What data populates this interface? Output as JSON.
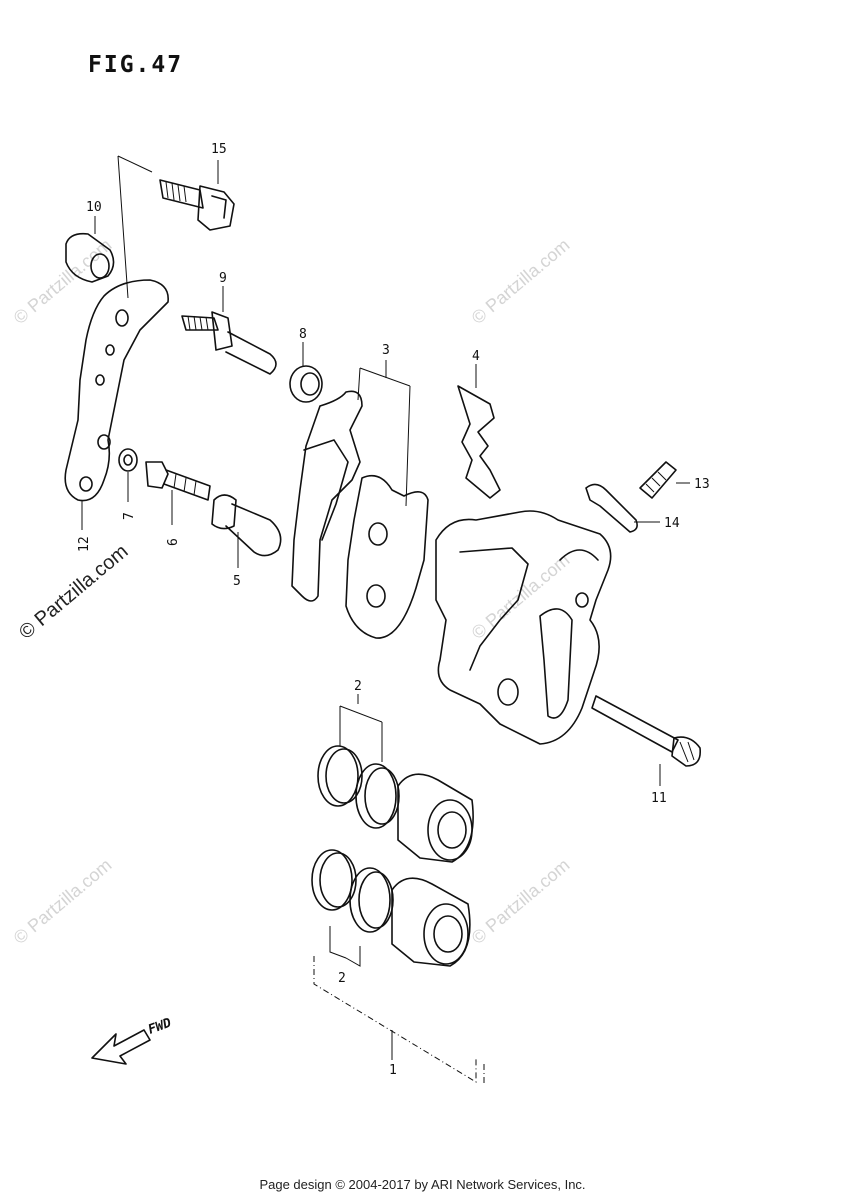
{
  "figure": {
    "title": "FIG.47"
  },
  "callouts": {
    "p1": "1",
    "p2a": "2",
    "p2b": "2",
    "p3": "3",
    "p4": "4",
    "p5": "5",
    "p6": "6",
    "p7": "7",
    "p8": "8",
    "p9": "9",
    "p10": "10",
    "p11": "11",
    "p12": "12",
    "p13": "13",
    "p14": "14",
    "p15": "15"
  },
  "direction": {
    "label": "FWD"
  },
  "watermark": {
    "text": "© Partzilla.com"
  },
  "footer": {
    "text": "Page design © 2004-2017 by ARI Network Services, Inc."
  }
}
